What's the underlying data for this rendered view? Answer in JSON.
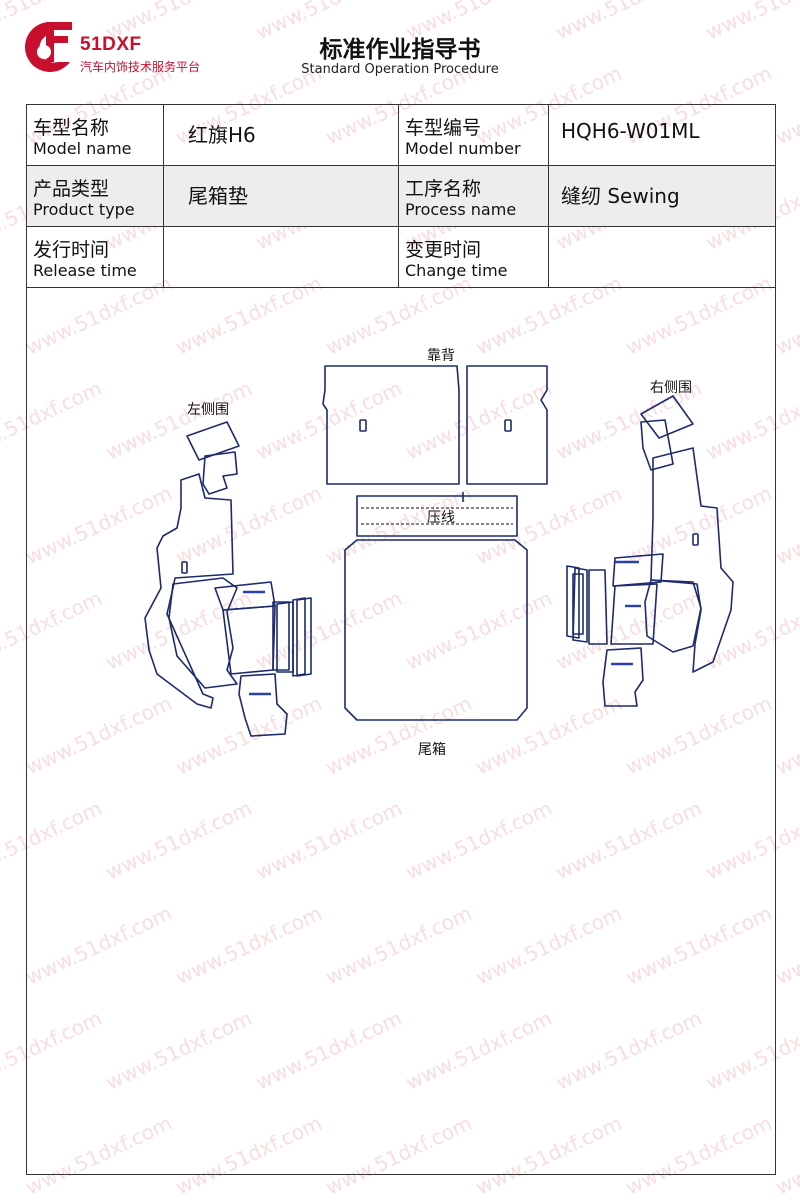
{
  "header": {
    "logo_name": "51DXF",
    "logo_subtitle": "汽车内饰技术服务平台",
    "title": "标准作业指导书",
    "subtitle": "Standard Operation Procedure"
  },
  "info": {
    "model_name_zh": "车型名称",
    "model_name_en": "Model name",
    "model_name_value": "红旗H6",
    "model_number_zh": "车型编号",
    "model_number_en": "Model number",
    "model_number_value": "HQH6-W01ML",
    "product_type_zh": "产品类型",
    "product_type_en": "Product type",
    "product_type_value": "尾箱垫",
    "process_name_zh": "工序名称",
    "process_name_en": "Process name",
    "process_name_value": "缝纫 Sewing",
    "release_time_zh": "发行时间",
    "release_time_en": "Release time",
    "release_time_value": "",
    "change_time_zh": "变更时间",
    "change_time_en": "Change time",
    "change_time_value": ""
  },
  "drawing": {
    "label_backrest": "靠背",
    "label_left_side": "左侧围",
    "label_right_side": "右侧围",
    "label_stitch_line": "压线",
    "label_trunk": "尾箱"
  },
  "watermark_text": "www.51dxf.com",
  "colors": {
    "brand_red": "#c8102e",
    "outline_navy": "#1c2a6e",
    "watermark": "#f1b9b9"
  }
}
